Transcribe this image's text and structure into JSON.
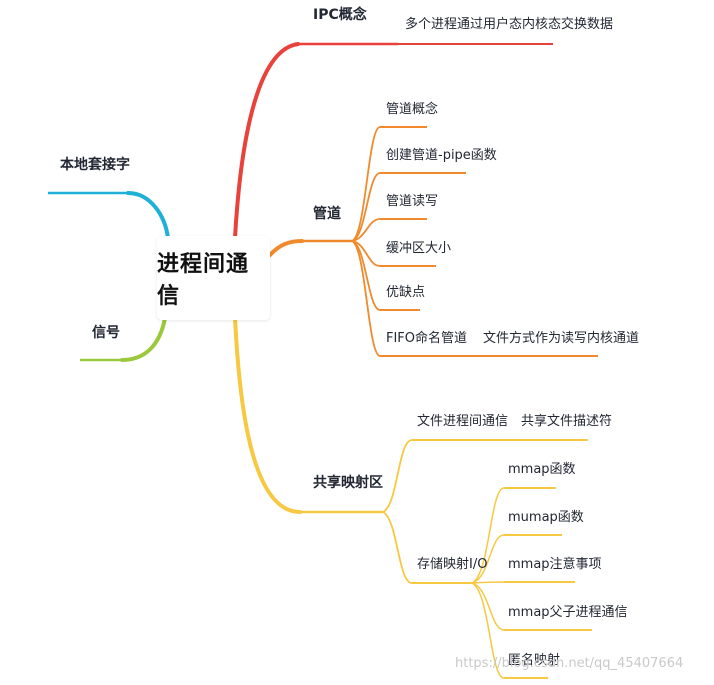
{
  "root": {
    "label": "进程间通信"
  },
  "branches": [
    {
      "id": "ipc",
      "label": "IPC概念",
      "color": "#e8423a",
      "children": [
        {
          "label": "多个进程通过用户态内核态交换数据"
        }
      ]
    },
    {
      "id": "pipe",
      "label": "管道",
      "color": "#f08a2c",
      "children": [
        {
          "label": "管道概念"
        },
        {
          "label": "创建管道-pipe函数"
        },
        {
          "label": "管道读写"
        },
        {
          "label": "缓冲区大小"
        },
        {
          "label": "优缺点"
        },
        {
          "label": "FIFO命名管道",
          "children": [
            {
              "label": "文件方式作为读写内核通道"
            }
          ]
        }
      ]
    },
    {
      "id": "shm",
      "label": "共享映射区",
      "color": "#f7c842",
      "children": [
        {
          "label": "文件进程间通信",
          "children": [
            {
              "label": "共享文件描述符"
            }
          ]
        },
        {
          "label": "存储映射I/O",
          "children": [
            {
              "label": "mmap函数"
            },
            {
              "label": "mumap函数"
            },
            {
              "label": "mmap注意事项"
            },
            {
              "label": "mmap父子进程通信"
            },
            {
              "label": "匿名映射"
            }
          ]
        }
      ]
    },
    {
      "id": "socket",
      "label": "本地套接字",
      "color": "#1eb0d6",
      "children": []
    },
    {
      "id": "signal",
      "label": "信号",
      "color": "#9cc83c",
      "children": []
    }
  ],
  "watermark": "https://blog.csdn.net/qq_45407664"
}
